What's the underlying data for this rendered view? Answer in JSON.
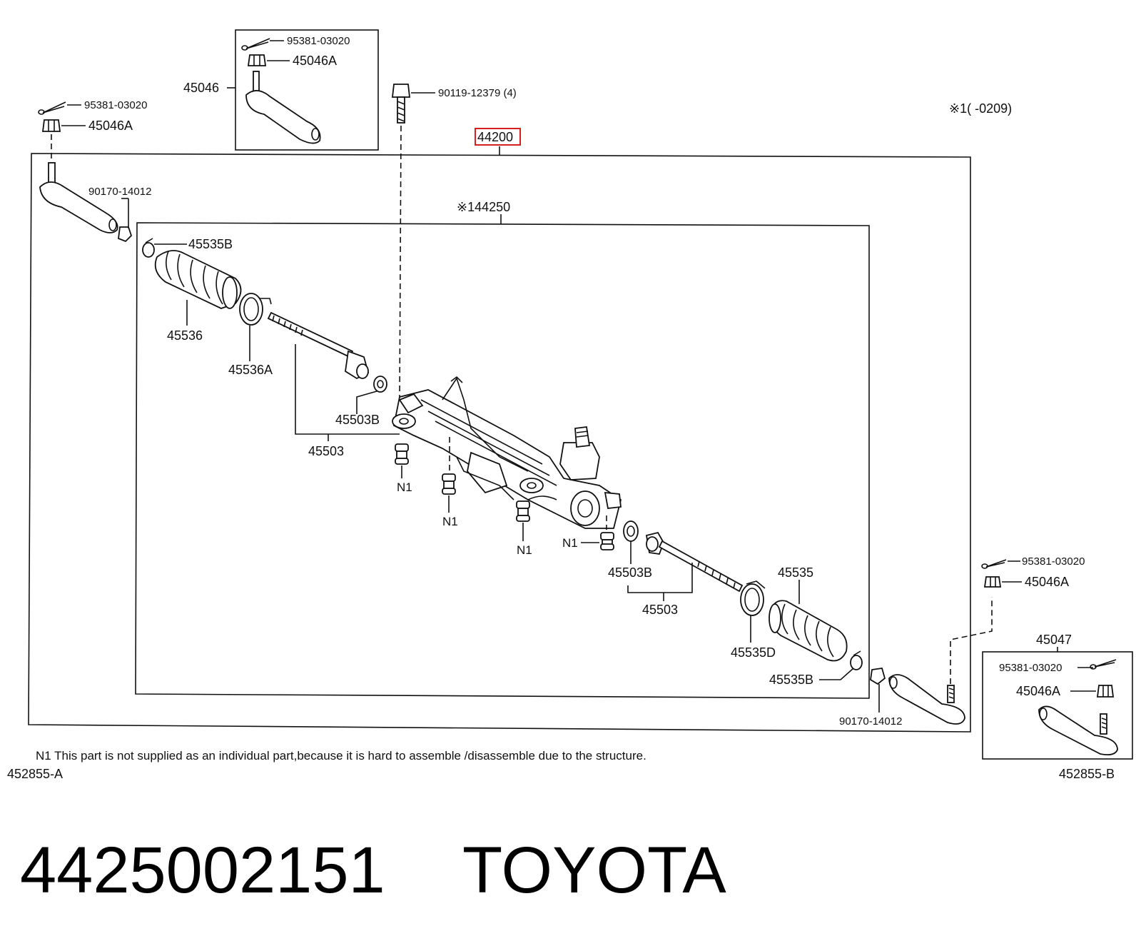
{
  "diagram": {
    "note_range": "※1(      -0209)",
    "assembly_outer": "44200",
    "assembly_inner": "※144250",
    "labels": {
      "cotter_pin_1": "95381-03020",
      "nut_1": "45046A",
      "tie_rod_end_lh": "45046",
      "bolt": "90119-12379 (4)",
      "cotter_pin_2": "95381-03020",
      "nut_2": "45046A",
      "lock_nut_1": "90170-14012",
      "clamp_1": "45535B",
      "boot_1": "45536",
      "clip_1": "45536A",
      "washer_1": "45503B",
      "rack_end_1": "45503",
      "n1_a": "N1",
      "n1_b": "N1",
      "n1_c": "N1",
      "n1_d": "N1",
      "washer_2": "45503B",
      "rack_end_2": "45503",
      "boot_2": "45535",
      "clip_2": "45535D",
      "clamp_2": "45535B",
      "lock_nut_2": "90170-14012",
      "cotter_pin_3": "95381-03020",
      "nut_3": "45046A",
      "tie_rod_end_rh": "45047",
      "cotter_pin_4": "95381-03020",
      "nut_4": "45046A"
    },
    "footnote": "N1    This part is not supplied as an individual part,because it is hard to assemble /disassemble due to the structure.",
    "ref_left": "452855-A",
    "ref_right": "452855-B"
  },
  "caption": {
    "part_number": "4425002151",
    "brand": "TOYOTA"
  },
  "colors": {
    "highlight": "#d62020",
    "ink": "#111111"
  }
}
